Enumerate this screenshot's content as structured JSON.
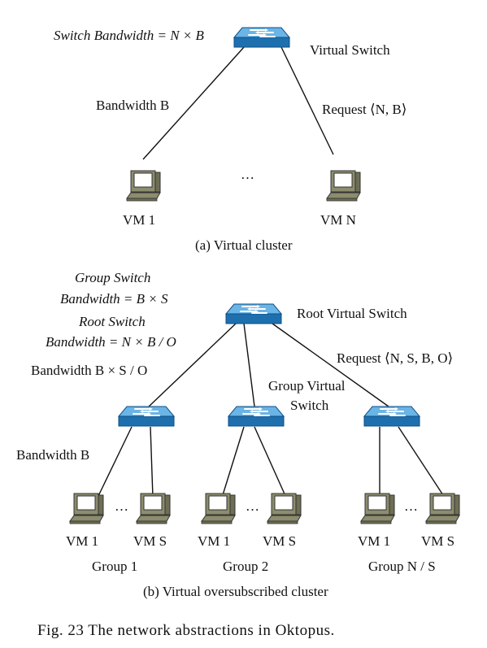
{
  "part_a": {
    "switch_bandwidth": "Switch Bandwidth = N × B",
    "virtual_switch": "Virtual Switch",
    "bandwidth": "Bandwidth B",
    "request": "Request ⟨N, B⟩",
    "ellipsis": "…",
    "vm_first": "VM 1",
    "vm_last": "VM N",
    "caption": "(a)  Virtual cluster"
  },
  "part_b": {
    "group_switch_line1": "Group Switch",
    "group_switch_line2": "Bandwidth = B × S",
    "root_switch_line1": "Root Switch",
    "root_switch_line2": "Bandwidth = N × B / O",
    "root_virtual_switch": "Root Virtual Switch",
    "bandwidth_group": "Bandwidth B × S / O",
    "request": "Request ⟨N, S, B, O⟩",
    "group_virtual_switch_line1": "Group Virtual",
    "group_virtual_switch_line2": "Switch",
    "bandwidth": "Bandwidth B",
    "groups": [
      {
        "vm_first": "VM 1",
        "vm_last": "VM S",
        "ellipsis": "…",
        "label": "Group 1"
      },
      {
        "vm_first": "VM 1",
        "vm_last": "VM S",
        "ellipsis": "…",
        "label": "Group 2"
      },
      {
        "vm_first": "VM 1",
        "vm_last": "VM S",
        "ellipsis": "…",
        "label": "Group N / S"
      }
    ],
    "caption": "(b)  Virtual oversubscribed cluster"
  },
  "figure_caption": "Fig. 23   The network abstractions in Oktopus.",
  "colors": {
    "switch_top": "#6ab4e6",
    "switch_side": "#1e6fae",
    "computer_body": "#8c8c6e",
    "line": "#111111"
  }
}
